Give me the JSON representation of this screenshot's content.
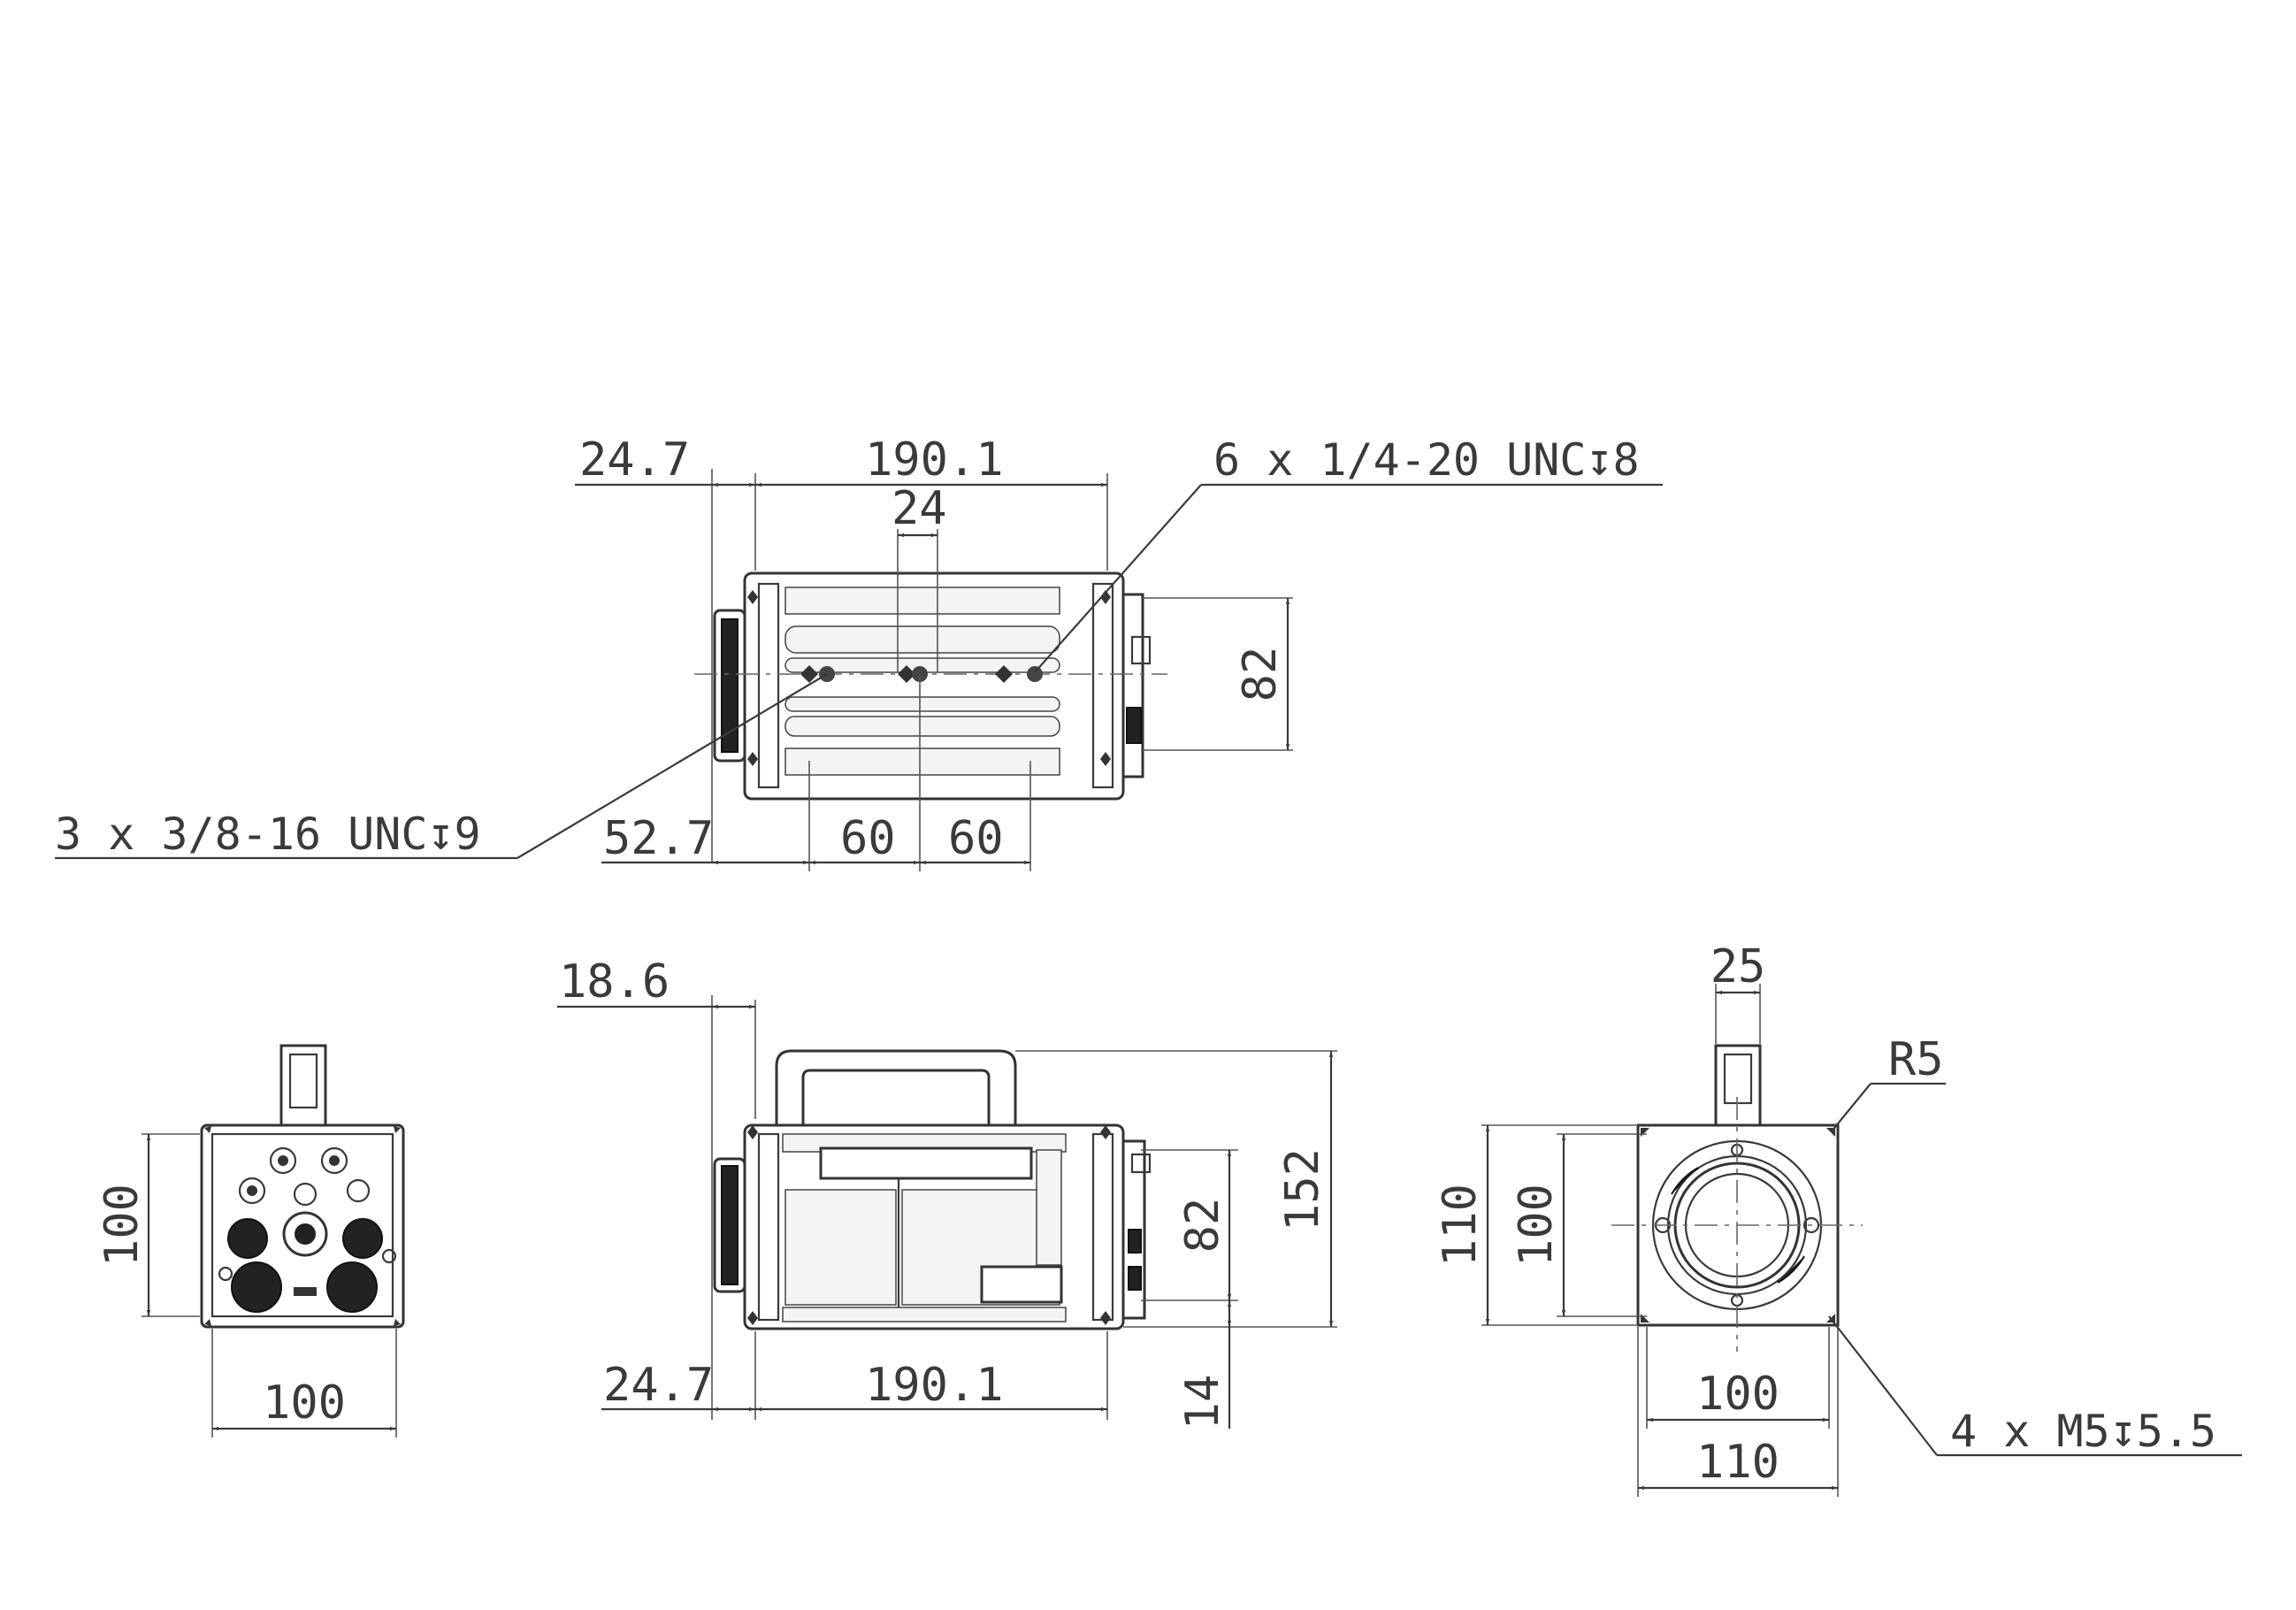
{
  "top_view": {
    "dim_flange": "24.7",
    "dim_length": "190.1",
    "dim_hole_pitch": "24",
    "callout_quarter": "6 x 1/4-20 UNC↧8",
    "dim_height": "82",
    "callout_three_eighths": "3 x 3/8-16 UNC↧9",
    "dim_offset": "52.7",
    "dim_pitch_a": "60",
    "dim_pitch_b": "60"
  },
  "rear_view": {
    "dim_height": "100",
    "dim_width": "100"
  },
  "side_view": {
    "dim_lens": "18.6",
    "dim_flange": "24.7",
    "dim_length": "190.1",
    "dim_body_height": "82",
    "dim_total_height": "152",
    "dim_bottom": "14"
  },
  "front_view": {
    "dim_handle": "25",
    "callout_radius": "R5",
    "dim_outer_height": "110",
    "dim_inner_height": "100",
    "dim_inner_width": "100",
    "dim_outer_width": "110",
    "callout_mount": "4 x M5↧5.5"
  }
}
